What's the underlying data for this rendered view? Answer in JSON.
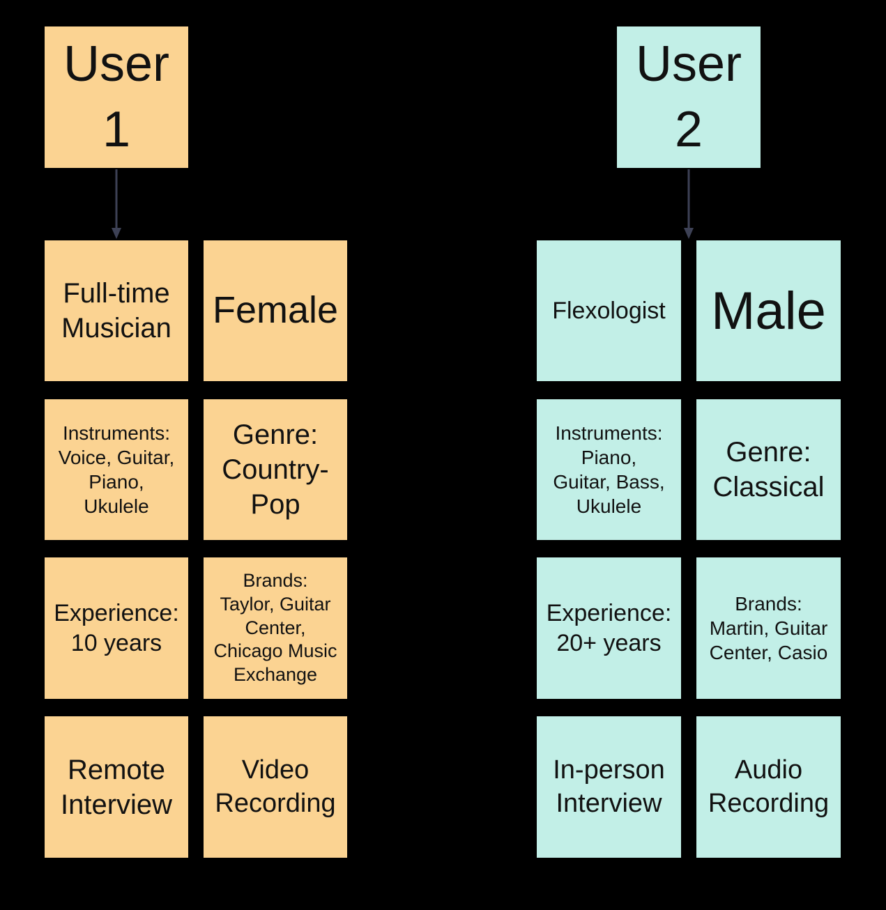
{
  "diagram": {
    "background": "#000000",
    "arrow_color": "#3d4155",
    "user1_color": "#FBD392",
    "user2_color": "#C2EFE7"
  },
  "users": [
    {
      "title": "User\n1",
      "color": "#FBD392",
      "cards": [
        {
          "name": "occupation",
          "text": "Full-time\nMusician"
        },
        {
          "name": "gender",
          "text": "Female"
        },
        {
          "name": "instruments",
          "text": "Instruments:\nVoice, Guitar,\nPiano,\nUkulele"
        },
        {
          "name": "genre",
          "text": "Genre:\nCountry-\nPop"
        },
        {
          "name": "experience",
          "text": "Experience:\n10 years"
        },
        {
          "name": "brands",
          "text": "Brands:\nTaylor, Guitar\nCenter,\nChicago Music\nExchange"
        },
        {
          "name": "interview",
          "text": "Remote\nInterview"
        },
        {
          "name": "recording",
          "text": "Video\nRecording"
        }
      ]
    },
    {
      "title": "User\n2",
      "color": "#C2EFE7",
      "cards": [
        {
          "name": "occupation",
          "text": "Flexologist"
        },
        {
          "name": "gender",
          "text": "Male"
        },
        {
          "name": "instruments",
          "text": "Instruments:\nPiano,\nGuitar, Bass,\nUkulele"
        },
        {
          "name": "genre",
          "text": "Genre:\nClassical"
        },
        {
          "name": "experience",
          "text": "Experience:\n20+ years"
        },
        {
          "name": "brands",
          "text": "Brands:\nMartin, Guitar\nCenter, Casio"
        },
        {
          "name": "interview",
          "text": "In-person\nInterview"
        },
        {
          "name": "recording",
          "text": "Audio\nRecording"
        }
      ]
    }
  ]
}
